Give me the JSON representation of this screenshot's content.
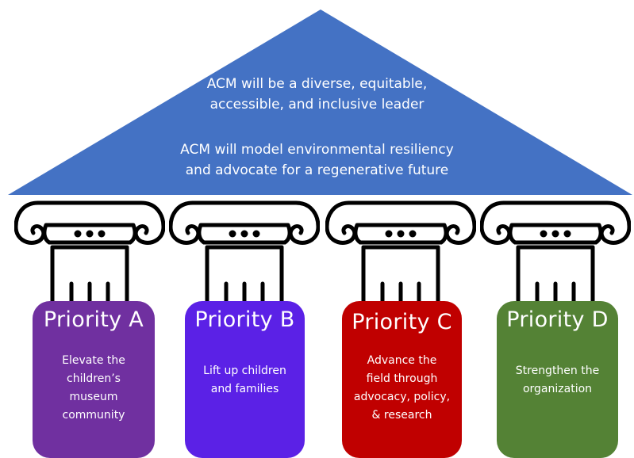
{
  "roof": {
    "color": "#4472c4",
    "statement_1": [
      "ACM will be a diverse, equitable,",
      "accessible, and inclusive leader"
    ],
    "statement_2": [
      "ACM will model environmental resiliency",
      "and advocate for a regenerative future"
    ]
  },
  "pillars": [
    {
      "title": "Priority A",
      "color": "#7030a0",
      "lines": [
        "Elevate the",
        "children’s",
        "museum",
        "community"
      ]
    },
    {
      "title": "Priority B",
      "color": "#5b21e6",
      "lines": [
        "Lift up children",
        "and families"
      ]
    },
    {
      "title": "Priority C",
      "color": "#c00000",
      "lines": [
        "Advance the",
        "field through",
        "advocacy, policy,",
        "& research"
      ]
    },
    {
      "title": "Priority D",
      "color": "#548235",
      "lines": [
        "Strengthen the",
        "organization"
      ]
    }
  ]
}
